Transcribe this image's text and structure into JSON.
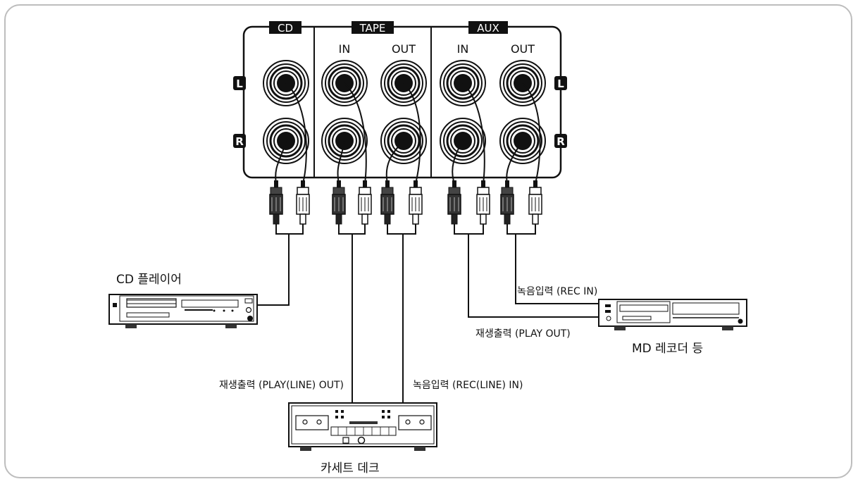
{
  "panel": {
    "sections": {
      "cd": "CD",
      "tape": "TAPE",
      "aux": "AUX"
    },
    "jacks": {
      "tape_in": "IN",
      "tape_out": "OUT",
      "aux_in": "IN",
      "aux_out": "OUT"
    },
    "channels": {
      "left": "L",
      "right": "R"
    }
  },
  "devices": {
    "cd_player": "CD 플레이어",
    "md_recorder": "MD 레코더 등",
    "cassette_deck": "카세트 데크"
  },
  "cables": {
    "md_rec_in": "녹음입력 (REC IN)",
    "md_play_out": "재생출력 (PLAY OUT)",
    "deck_play_out": "재생출력 (PLAY(LINE) OUT)",
    "deck_rec_in": "녹음입력 (REC(LINE) IN)"
  },
  "colors": {
    "line": "#111111",
    "frame": "#bdbdbd",
    "jack_label_bg": "#111111"
  }
}
